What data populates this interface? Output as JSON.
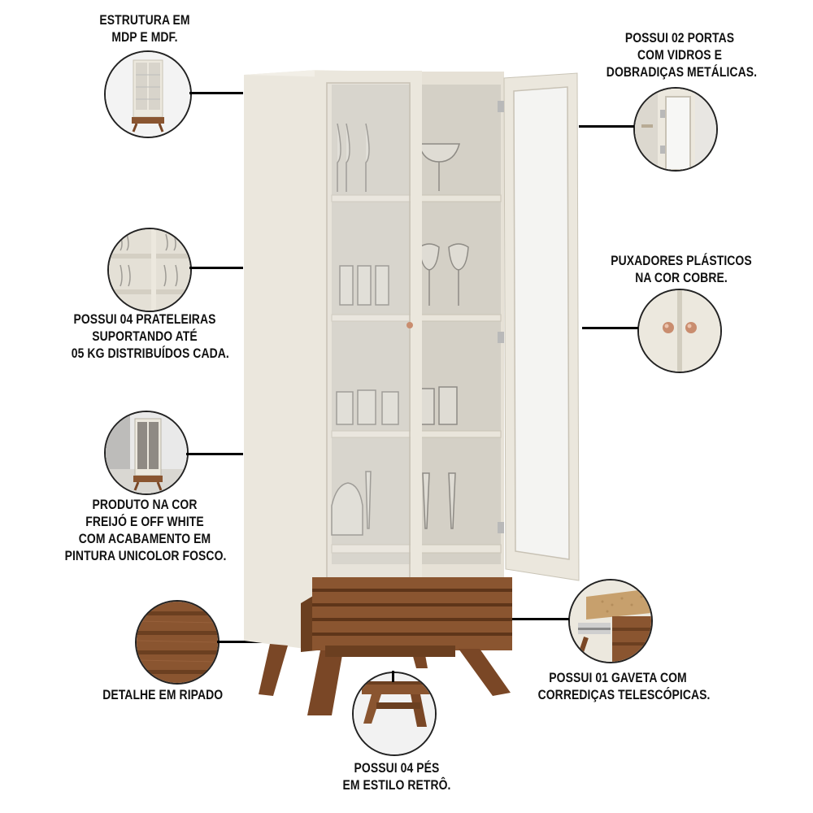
{
  "callouts": {
    "estrutura": {
      "lines": [
        "ESTRUTURA EM",
        "MDP E MDF."
      ]
    },
    "portas": {
      "lines": [
        "POSSUI 02 PORTAS",
        "COM VIDROS E",
        "DOBRADIÇAS METÁLICAS."
      ]
    },
    "prateleiras": {
      "lines": [
        "POSSUI 04 PRATELEIRAS",
        "SUPORTANDO ATÉ",
        "05 KG DISTRIBUÍDOS CADA."
      ]
    },
    "puxadores": {
      "lines": [
        "PUXADORES PLÁSTICOS",
        "NA COR COBRE."
      ]
    },
    "cor": {
      "lines": [
        "PRODUTO NA COR",
        "FREIJÓ E OFF WHITE",
        "COM ACABAMENTO EM",
        "PINTURA UNICOLOR FOSCO."
      ]
    },
    "ripado": {
      "lines": [
        "DETALHE EM RIPADO"
      ]
    },
    "gaveta": {
      "lines": [
        "POSSUI 01 GAVETA COM",
        "CORREDIÇAS TELESCÓPICAS."
      ]
    },
    "pes": {
      "lines": [
        "POSSUI 04 PÉS",
        "EM ESTILO RETRÔ."
      ]
    }
  },
  "colors": {
    "off_white": "#ece8de",
    "off_white_shadow": "#d9d4c7",
    "freijo": "#8a5530",
    "freijo_dark": "#5e3519",
    "copper": "#c98d6f",
    "glass": "#f4f4f2"
  }
}
